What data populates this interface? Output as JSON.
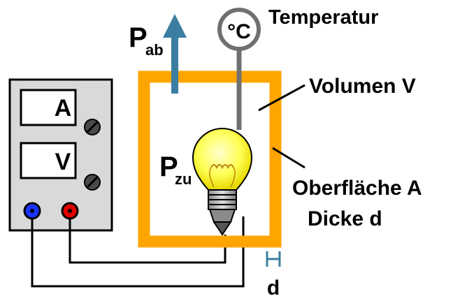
{
  "labels": {
    "p_ab_main": "P",
    "p_ab_sub": "ab",
    "thermometer_unit": "°C",
    "temperature": "Temperatur",
    "volume": "Volumen V",
    "p_zu_main": "P",
    "p_zu_sub": "zu",
    "surface": "Oberfläche A",
    "thickness": "Dicke d",
    "thickness_symbol": "d",
    "ammeter": "A",
    "voltmeter": "V"
  },
  "colors": {
    "box_wall": "#ffa500",
    "arrow": "#3b7ea1",
    "terminal_negative": "#1a33ff",
    "terminal_positive": "#e00000",
    "power_supply_body": "#d9d9d9",
    "bulb_glass": "#ffff55",
    "thermometer": "#707070"
  },
  "icons": {
    "heat_output": "arrow-up-icon",
    "temperature_sensor": "thermometer-icon",
    "heat_source": "light-bulb-icon",
    "meter_knob": "knob-icon"
  }
}
